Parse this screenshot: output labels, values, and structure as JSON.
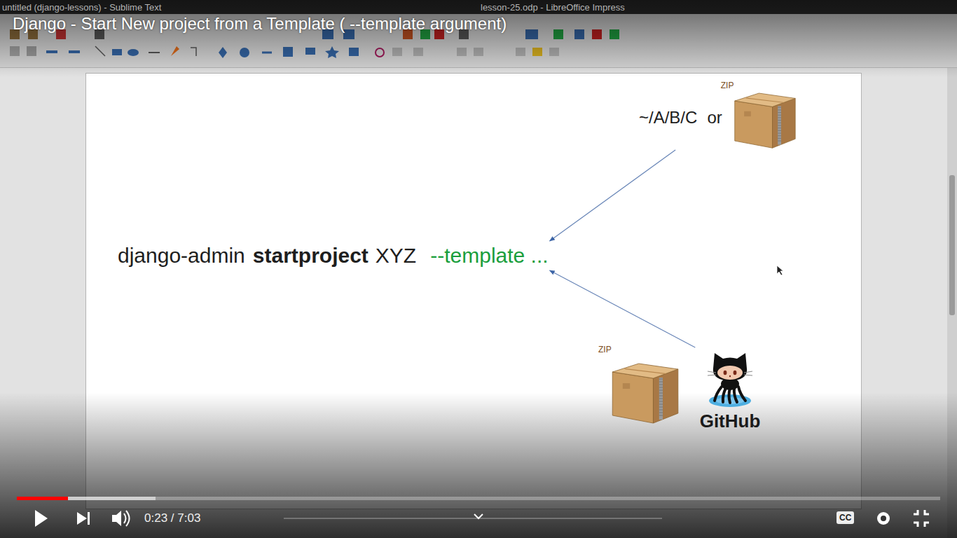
{
  "diagram": {
    "title": "Django - Start New project from a Template ( --template argument)",
    "nodes": [
      {
        "text": [
          "django-admin",
          "startproject",
          "XYZ",
          "--template ..."
        ]
      },
      {
        "text": [
          "~/A/B/C",
          "or"
        ]
      },
      {
        "text": [
          "ZIP"
        ],
        "in": 1
      },
      {
        "text": [
          "GitHub"
        ]
      },
      {
        "text": [
          "ZIP"
        ],
        "in": 3
      }
    ],
    "edges": [
      {
        "from": 1,
        "to": 0,
        "arrow": "to"
      },
      {
        "from": 3,
        "to": 0,
        "arrow": "to"
      }
    ],
    "labels": [
      "untitled (django-lessons) - Sublime Text",
      "lesson-25.odp - LibreOffice Impress",
      "0:23 / 7:03",
      "CC"
    ]
  }
}
